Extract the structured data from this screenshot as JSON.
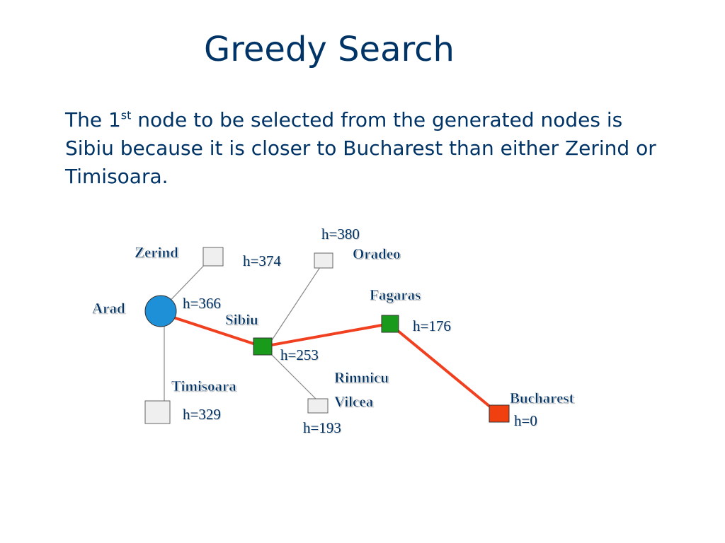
{
  "title": "Greedy Search",
  "text": {
    "part1": "The 1",
    "sup": "st",
    "part2": " node to be selected from the generated nodes is Sibiu because it is closer to Bucharest than either Zerind or Timisoara."
  },
  "colors": {
    "title": "#003366",
    "path": "#f04020",
    "edge": "#888888",
    "start_node": "#1e90d8",
    "selected_node": "#1a9a1a",
    "goal_node": "#f04010",
    "unexpanded_node": "#efefef"
  },
  "nodes": {
    "arad": {
      "name": "Arad",
      "h": "h=366"
    },
    "zerind": {
      "name": "Zerind",
      "h": "h=374"
    },
    "oradeo": {
      "name": "Oradeo",
      "h": "h=380"
    },
    "sibiu": {
      "name": "Sibiu",
      "h": "h=253"
    },
    "fagaras": {
      "name": "Fagaras",
      "h": "h=176"
    },
    "timisoara": {
      "name": "Timisoara",
      "h": "h=329"
    },
    "rimnicu": {
      "name_line1": "Rimnicu",
      "name_line2": "Vilcea",
      "h": "h=193"
    },
    "bucharest": {
      "name": "Bucharest",
      "h": "h=0"
    }
  }
}
